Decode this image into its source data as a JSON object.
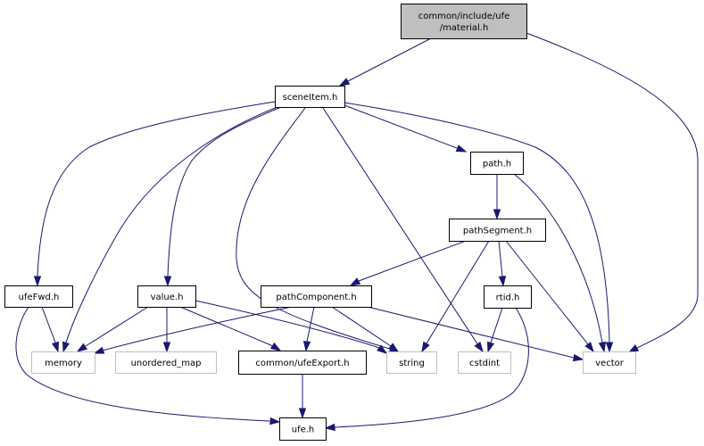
{
  "diagram": {
    "title": "Include dependency graph for material.h",
    "colors": {
      "edge": "#191970",
      "root_fill": "#bfbfbf",
      "node_border": "#000000",
      "external_border": "#bfbfbf"
    },
    "nodes": [
      {
        "id": "material",
        "lines": [
          "common/include/ufe",
          "/material.h"
        ],
        "kind": "root"
      },
      {
        "id": "sceneItem",
        "lines": [
          "sceneItem.h"
        ],
        "kind": "internal"
      },
      {
        "id": "path",
        "lines": [
          "path.h"
        ],
        "kind": "internal"
      },
      {
        "id": "pathSegment",
        "lines": [
          "pathSegment.h"
        ],
        "kind": "internal"
      },
      {
        "id": "ufeFwd",
        "lines": [
          "ufeFwd.h"
        ],
        "kind": "internal"
      },
      {
        "id": "value",
        "lines": [
          "value.h"
        ],
        "kind": "internal"
      },
      {
        "id": "pathComponent",
        "lines": [
          "pathComponent.h"
        ],
        "kind": "internal"
      },
      {
        "id": "rtid",
        "lines": [
          "rtid.h"
        ],
        "kind": "internal"
      },
      {
        "id": "memory",
        "lines": [
          "memory"
        ],
        "kind": "external"
      },
      {
        "id": "unordered_map",
        "lines": [
          "unordered_map"
        ],
        "kind": "external"
      },
      {
        "id": "ufeExport",
        "lines": [
          "common/ufeExport.h"
        ],
        "kind": "internal"
      },
      {
        "id": "string",
        "lines": [
          "string"
        ],
        "kind": "external"
      },
      {
        "id": "cstdint",
        "lines": [
          "cstdint"
        ],
        "kind": "external"
      },
      {
        "id": "vector",
        "lines": [
          "vector"
        ],
        "kind": "external"
      },
      {
        "id": "ufe",
        "lines": [
          "ufe.h"
        ],
        "kind": "internal"
      }
    ],
    "edges": [
      {
        "from": "material",
        "to": "sceneItem"
      },
      {
        "from": "material",
        "to": "vector"
      },
      {
        "from": "sceneItem",
        "to": "ufeFwd"
      },
      {
        "from": "sceneItem",
        "to": "memory"
      },
      {
        "from": "sceneItem",
        "to": "value"
      },
      {
        "from": "sceneItem",
        "to": "string"
      },
      {
        "from": "sceneItem",
        "to": "cstdint"
      },
      {
        "from": "sceneItem",
        "to": "path"
      },
      {
        "from": "sceneItem",
        "to": "vector"
      },
      {
        "from": "path",
        "to": "pathSegment"
      },
      {
        "from": "path",
        "to": "vector"
      },
      {
        "from": "pathSegment",
        "to": "pathComponent"
      },
      {
        "from": "pathSegment",
        "to": "string"
      },
      {
        "from": "pathSegment",
        "to": "rtid"
      },
      {
        "from": "pathSegment",
        "to": "vector"
      },
      {
        "from": "ufeFwd",
        "to": "memory"
      },
      {
        "from": "ufeFwd",
        "to": "ufe"
      },
      {
        "from": "value",
        "to": "memory"
      },
      {
        "from": "value",
        "to": "unordered_map"
      },
      {
        "from": "value",
        "to": "ufeExport"
      },
      {
        "from": "value",
        "to": "string"
      },
      {
        "from": "pathComponent",
        "to": "memory"
      },
      {
        "from": "pathComponent",
        "to": "ufeExport"
      },
      {
        "from": "pathComponent",
        "to": "string"
      },
      {
        "from": "pathComponent",
        "to": "vector"
      },
      {
        "from": "rtid",
        "to": "cstdint"
      },
      {
        "from": "rtid",
        "to": "ufe"
      },
      {
        "from": "ufeExport",
        "to": "ufe"
      }
    ]
  }
}
